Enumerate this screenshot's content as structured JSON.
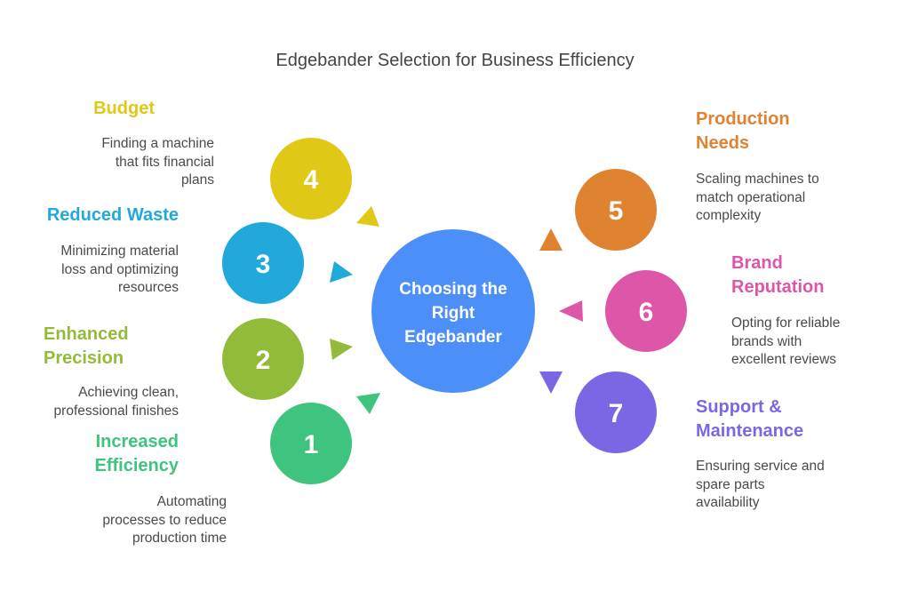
{
  "title": "Edgebander Selection for Business Efficiency",
  "center": {
    "lines": [
      "Choosing the",
      "Right",
      "Edgebander"
    ],
    "color": "#4d8ff8"
  },
  "items": [
    {
      "number": "1",
      "title_lines": [
        "Increased",
        "Efficiency"
      ],
      "description": [
        "Automating",
        "processes to reduce",
        "production time"
      ],
      "color": "#3fc47f"
    },
    {
      "number": "2",
      "title_lines": [
        "Enhanced",
        "Precision"
      ],
      "description": [
        "Achieving clean,",
        "professional finishes"
      ],
      "color": "#93bb3a"
    },
    {
      "number": "3",
      "title_lines": [
        "Reduced Waste"
      ],
      "description": [
        "Minimizing material",
        "loss and optimizing",
        "resources"
      ],
      "color": "#22a9dc"
    },
    {
      "number": "4",
      "title_lines": [
        "Budget"
      ],
      "description": [
        "Finding a machine",
        "that fits financial",
        "plans"
      ],
      "color": "#e0c817"
    },
    {
      "number": "5",
      "title_lines": [
        "Production",
        "Needs"
      ],
      "description": [
        "Scaling machines to",
        "match operational",
        "complexity"
      ],
      "color": "#e08330"
    },
    {
      "number": "6",
      "title_lines": [
        "Brand",
        "Reputation"
      ],
      "description": [
        "Opting for reliable",
        "brands with",
        "excellent reviews"
      ],
      "color": "#dd56a7"
    },
    {
      "number": "7",
      "title_lines": [
        "Support &",
        "Maintenance"
      ],
      "description": [
        "Ensuring service and",
        "spare parts",
        "availability"
      ],
      "color": "#7b66e3"
    }
  ]
}
